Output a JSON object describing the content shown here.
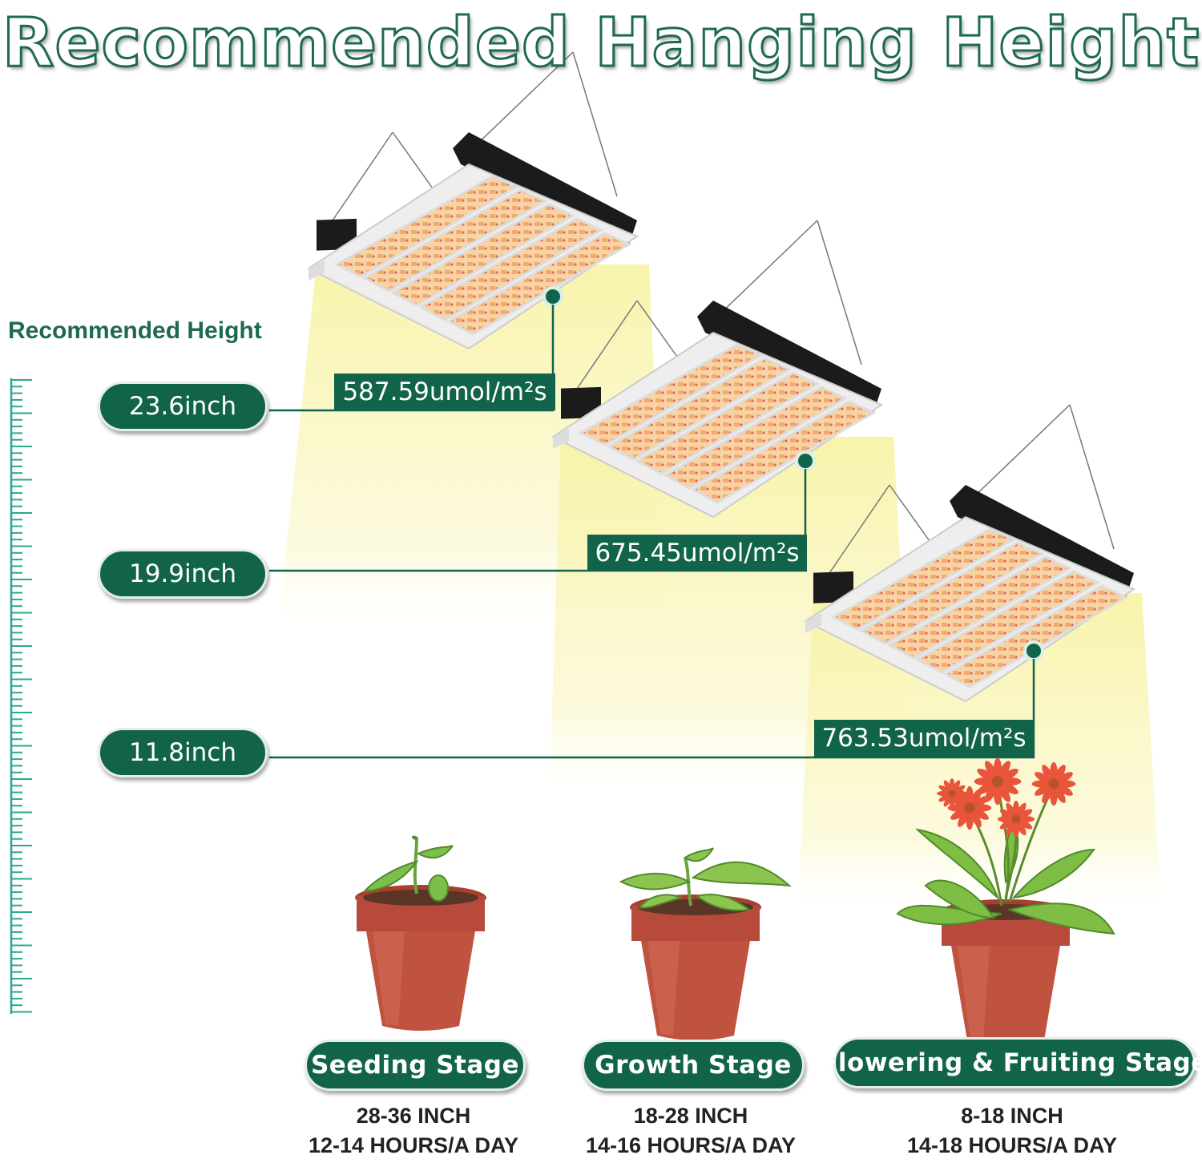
{
  "title": "Recommended Hanging Height",
  "height_heading": "Recommended Height",
  "heights": [
    {
      "height": "23.6inch",
      "ppfd": "587.59umol/m²s"
    },
    {
      "height": "19.9inch",
      "ppfd": "675.45umol/m²s"
    },
    {
      "height": "11.8inch",
      "ppfd": "763.53umol/m²s"
    }
  ],
  "stages": [
    {
      "name": "Seeding Stage",
      "distance": "28-36 INCH",
      "hours": "12-14 HOURS/A DAY"
    },
    {
      "name": "Growth Stage",
      "distance": "18-28 INCH",
      "hours": "14-16 HOURS/A DAY"
    },
    {
      "name": "Flowering & Fruiting Stage",
      "distance": "8-18 INCH",
      "hours": "14-18 HOURS/A DAY"
    }
  ],
  "colors": {
    "brand_green": "#11644a",
    "title_outline": "#1e6b4c",
    "ruler": "#2aa88e",
    "light_beam": "#fbf7b8",
    "led_chip": "#f3b476",
    "pot": "#b84a3c",
    "flower": "#e8553a"
  }
}
